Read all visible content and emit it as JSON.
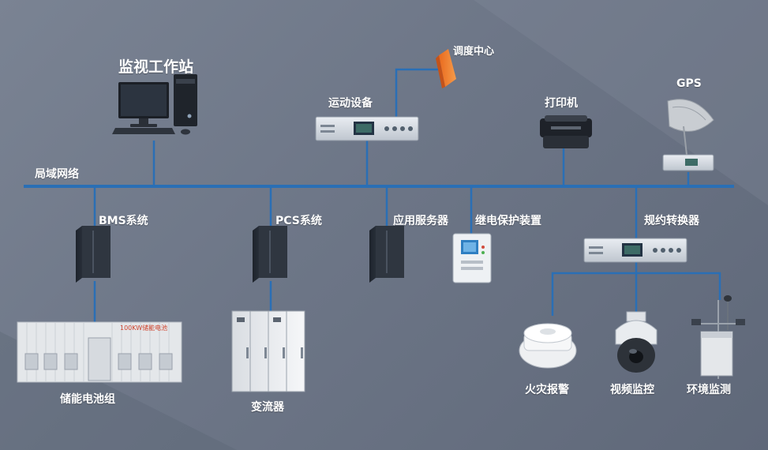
{
  "network": {
    "lan_label": "局域网络"
  },
  "top_devices": {
    "workstation": "监视工作站",
    "dispatch": "调度中心",
    "telecontrol": "运动设备",
    "printer": "打印机",
    "gps": "GPS"
  },
  "bottom_devices": {
    "bms": "BMS系统",
    "pcs": "PCS系统",
    "app_server": "应用服务器",
    "relay_protection": "继电保护装置",
    "protocol_converter": "规约转换器",
    "battery_pack": "储能电池组",
    "battery_tag": "100KW储能电池",
    "converter": "变流器",
    "fire_alarm": "火灾报警",
    "video_monitor": "视频监控",
    "env_monitor": "环境监测"
  },
  "colors": {
    "line": "#2a6fb5",
    "background": "#6d7687",
    "text": "#ffffff"
  }
}
